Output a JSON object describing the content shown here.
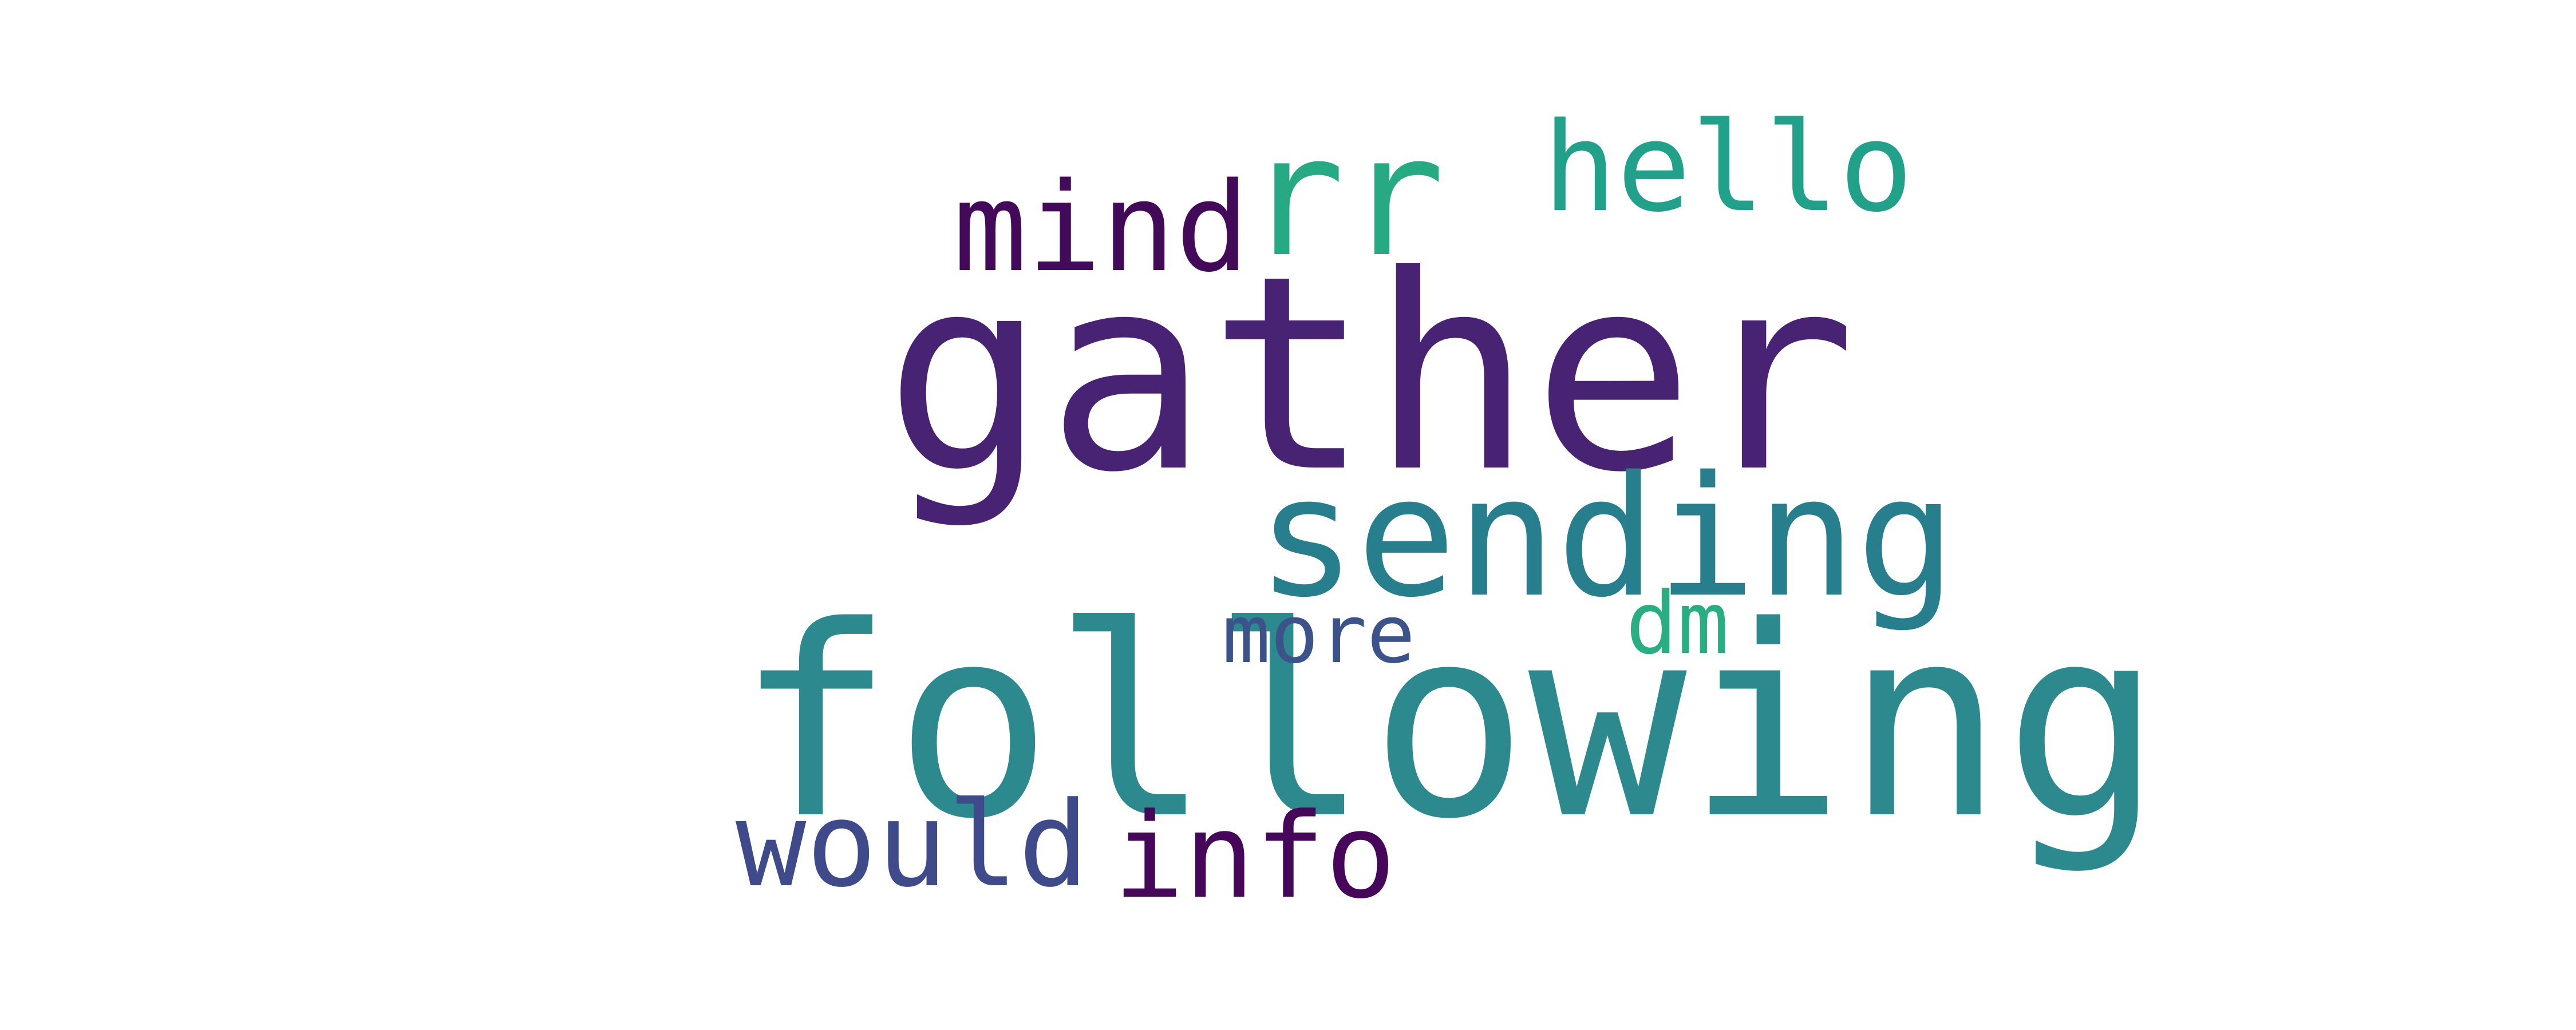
{
  "words": [
    {
      "text": "gather",
      "color": "#482374"
    },
    {
      "text": "following",
      "color": "#2c8a8e"
    },
    {
      "text": "sending",
      "color": "#277f8e"
    },
    {
      "text": "mind",
      "color": "#440a5a"
    },
    {
      "text": "rr",
      "color": "#25aa84"
    },
    {
      "text": "hello",
      "color": "#21a18a"
    },
    {
      "text": "would",
      "color": "#3e4a8a"
    },
    {
      "text": "info",
      "color": "#46075a"
    },
    {
      "text": "more",
      "color": "#3b528b"
    },
    {
      "text": "dm",
      "color": "#28ae80"
    }
  ]
}
